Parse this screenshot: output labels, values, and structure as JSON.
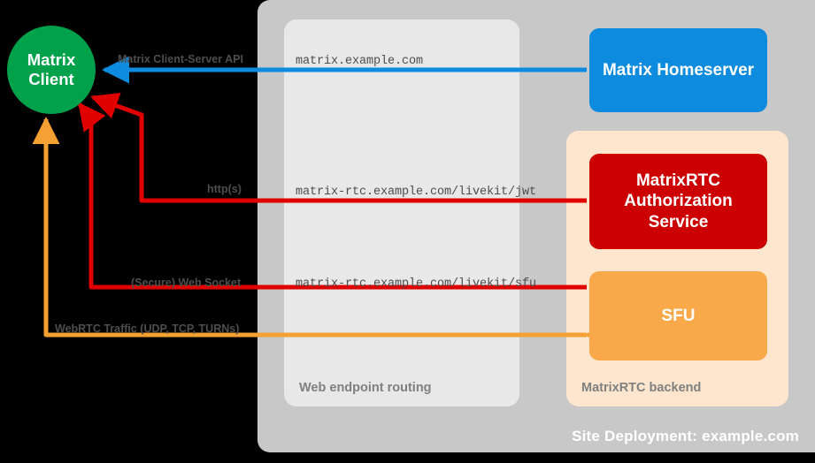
{
  "diagram": {
    "title": "Site Deployment: example.com"
  },
  "site_deployment": {
    "label": "Site Deployment: example.com"
  },
  "panels": {
    "routing": {
      "label": "Web endpoint routing"
    },
    "backend": {
      "label": "MatrixRTC backend"
    }
  },
  "nodes": {
    "client": {
      "line1": "Matrix",
      "line2": "Client",
      "color": "#00a14b"
    },
    "homeserver": {
      "label": "Matrix Homeserver",
      "color": "#0d8bdf"
    },
    "auth": {
      "line1": "MatrixRTC",
      "line2": "Authorization",
      "line3": "Service",
      "color": "#cc0000"
    },
    "sfu": {
      "label": "SFU",
      "color": "#f9a94a"
    }
  },
  "flows": [
    {
      "protocol_label": "Matrix Client-Server API",
      "endpoint": "matrix.example.com",
      "color": "#0d8bdf"
    },
    {
      "protocol_label": "http(s)",
      "endpoint": "matrix-rtc.example.com/livekit/jwt",
      "color": "#e00000"
    },
    {
      "protocol_label": "(Secure) Web Socket",
      "endpoint": "matrix-rtc.example.com/livekit/sfu",
      "color": "#e00000"
    },
    {
      "protocol_label": "WebRTC Traffic (UDP, TCP, TURNs)",
      "endpoint": "",
      "color": "#f5a033"
    }
  ],
  "colors": {
    "background": "#000000",
    "site_container": "#c8c8c8",
    "routing_container": "#e8e8e8",
    "backend_container": "#fde6cd",
    "label_text": "#4d4d4d",
    "panel_label_text": "#808080"
  }
}
